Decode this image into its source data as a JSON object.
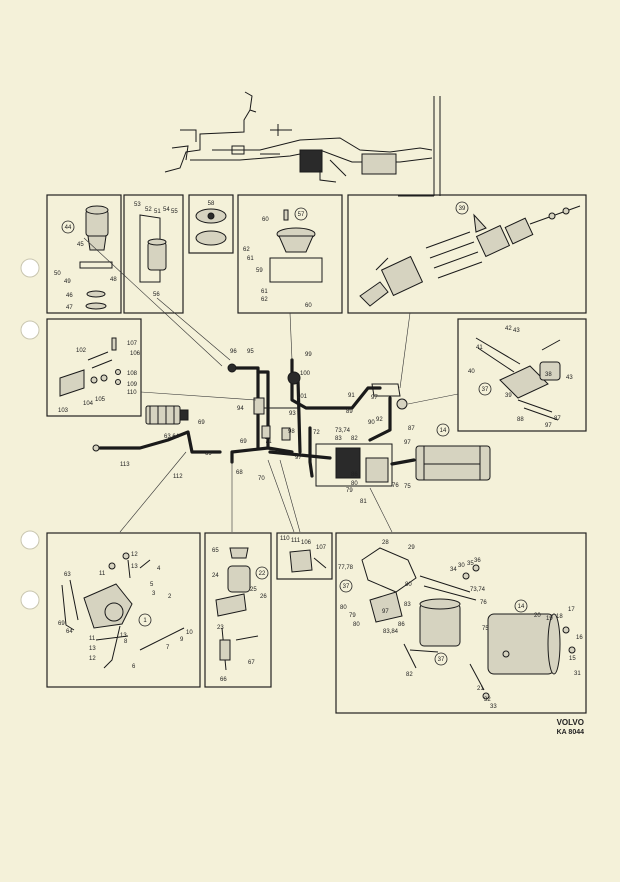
{
  "page": {
    "brand": "VOLVO",
    "doc_code": "KA 8044"
  },
  "colors": {
    "paper": "#f4f1d9",
    "ink": "#1a1a1a",
    "punch_hole": "#ffffff"
  },
  "callouts": {
    "b44": "44",
    "b57": "57",
    "b58": "58",
    "b39": "39",
    "b37a": "37",
    "b14a": "14",
    "b1": "1",
    "b22": "22",
    "b14b": "14",
    "b37b": "37",
    "b37c": "37"
  },
  "labels": {
    "p1": {
      "l45": "45",
      "l50": "50",
      "l49": "49",
      "l48": "48",
      "l46": "46",
      "l47": "47"
    },
    "p2": {
      "l53": "53",
      "l52": "52",
      "l51": "51",
      "l54": "54",
      "l55": "55",
      "l56": "56"
    },
    "p4": {
      "l60a": "60",
      "l62a": "62",
      "l61a": "61",
      "l59": "59",
      "l61b": "61",
      "l62b": "62",
      "l60b": "60"
    },
    "p6": {
      "l102": "102",
      "l107": "107",
      "l106": "106",
      "l108": "108",
      "l109": "109",
      "l110": "110",
      "l105": "105",
      "l104": "104",
      "l103": "103"
    },
    "p7": {
      "l42": "42",
      "l43a": "43",
      "l41": "41",
      "l40": "40",
      "l39": "39",
      "l38": "38",
      "l43b": "43",
      "l88": "88",
      "l87": "87",
      "l97": "97"
    },
    "center": {
      "c96": "96",
      "c95": "95",
      "c99": "99",
      "c100": "100",
      "c101": "101",
      "c94": "94",
      "c93": "93",
      "c91": "91",
      "c97a": "97",
      "c89": "89",
      "c87": "87",
      "c90": "90",
      "c98": "98",
      "c92": "92",
      "c71": "71",
      "c72": "72",
      "c7374": "73,74",
      "c83": "83",
      "c82": "82",
      "c97b": "97",
      "c97c": "97",
      "c86": "86",
      "c80": "80",
      "c79": "79",
      "c81": "81",
      "c76": "76",
      "c75": "75",
      "c70": "70",
      "c68": "68",
      "c69a": "69",
      "c69b": "69",
      "c69c": "69",
      "c6364": "63,64",
      "c113": "113",
      "c112": "112"
    },
    "p8": {
      "l12a": "12",
      "l11a": "11",
      "l13a": "13",
      "l63": "63",
      "l4": "4",
      "l5": "5",
      "l3": "3",
      "l2": "2",
      "l69": "69",
      "l64": "64",
      "l11b": "11",
      "l13b": "13",
      "l8": "8",
      "l12b": "12",
      "l13c": "13",
      "l7": "7",
      "l6": "6",
      "l10": "10",
      "l9": "9"
    },
    "p9": {
      "l65": "65",
      "l24": "24",
      "l25": "25",
      "l26": "26",
      "l23": "23",
      "l66": "66",
      "l67": "67"
    },
    "p10": {
      "l110": "110",
      "l111": "111",
      "l106": "106",
      "l107": "107"
    },
    "p11": {
      "l28": "28",
      "l29": "29",
      "l7778": "77,78",
      "l36": "36",
      "l35": "35",
      "l30": "30",
      "l34": "34",
      "l7374": "73,74",
      "l83": "83",
      "l80a": "80",
      "l79": "79",
      "l80b": "80",
      "l97": "97",
      "l8384": "83,84",
      "l86": "86",
      "l76": "76",
      "l75": "75",
      "l20": "20",
      "l19": "19",
      "l18": "18",
      "l17": "17",
      "l16": "16",
      "l15": "15",
      "l82": "82",
      "l21": "21",
      "l32": "32",
      "l33": "33",
      "l31": "31",
      "l80c": "80"
    }
  }
}
